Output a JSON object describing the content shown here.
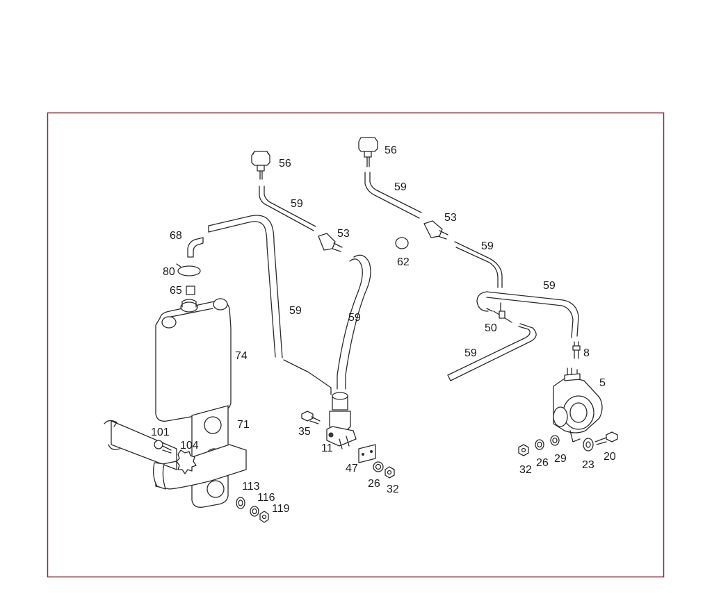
{
  "colors": {
    "frame": "#8a2a3a",
    "line": "#2a2a2a",
    "background": "#ffffff"
  },
  "labels": [
    {
      "id": "56a",
      "text": "56"
    },
    {
      "id": "56b",
      "text": "56"
    },
    {
      "id": "59a",
      "text": "59"
    },
    {
      "id": "59b",
      "text": "59"
    },
    {
      "id": "59c",
      "text": "59"
    },
    {
      "id": "59d",
      "text": "59"
    },
    {
      "id": "59e",
      "text": "59"
    },
    {
      "id": "59f",
      "text": "59"
    },
    {
      "id": "59g",
      "text": "59"
    },
    {
      "id": "53a",
      "text": "53"
    },
    {
      "id": "53b",
      "text": "53"
    },
    {
      "id": "62",
      "text": "62"
    },
    {
      "id": "68",
      "text": "68"
    },
    {
      "id": "80",
      "text": "80"
    },
    {
      "id": "65",
      "text": "65"
    },
    {
      "id": "74",
      "text": "74"
    },
    {
      "id": "71",
      "text": "71"
    },
    {
      "id": "101",
      "text": "101"
    },
    {
      "id": "104",
      "text": "104"
    },
    {
      "id": "113",
      "text": "113"
    },
    {
      "id": "116",
      "text": "116"
    },
    {
      "id": "119",
      "text": "119"
    },
    {
      "id": "35",
      "text": "35"
    },
    {
      "id": "11",
      "text": "11"
    },
    {
      "id": "47",
      "text": "47"
    },
    {
      "id": "26a",
      "text": "26"
    },
    {
      "id": "32a",
      "text": "32"
    },
    {
      "id": "50",
      "text": "50"
    },
    {
      "id": "8",
      "text": "8"
    },
    {
      "id": "5",
      "text": "5"
    },
    {
      "id": "32b",
      "text": "32"
    },
    {
      "id": "26b",
      "text": "26"
    },
    {
      "id": "29",
      "text": "29"
    },
    {
      "id": "23",
      "text": "23"
    },
    {
      "id": "20",
      "text": "20"
    }
  ]
}
